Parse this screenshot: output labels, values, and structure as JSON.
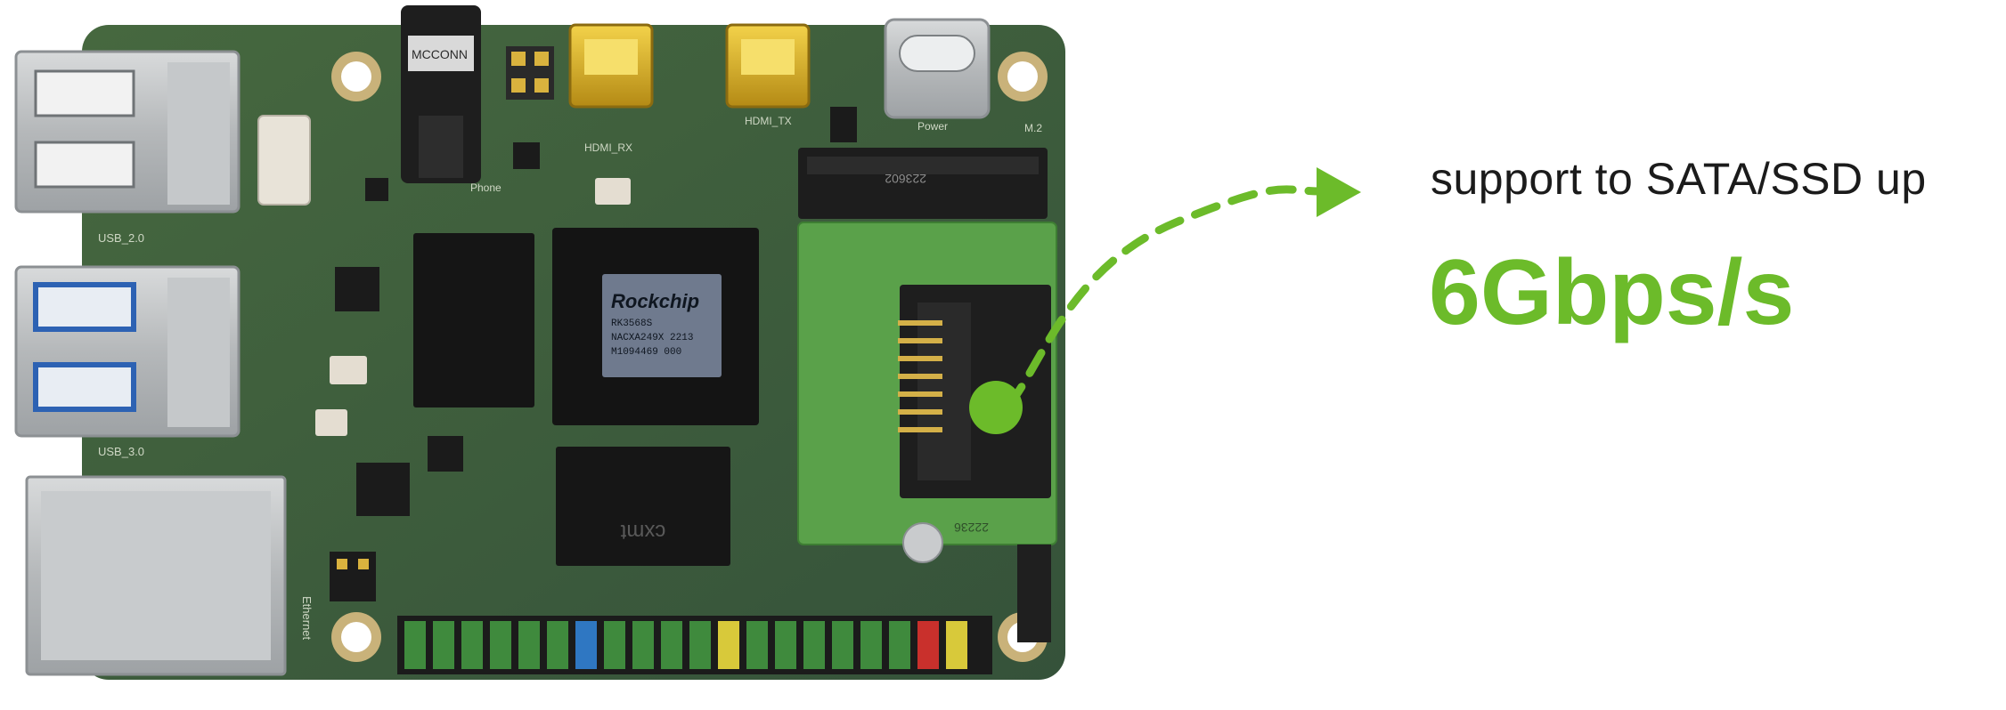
{
  "callout": {
    "headline": "support to  SATA/SSD up",
    "speed": "6Gbps/s"
  },
  "board": {
    "chip_brand": "Rockchip",
    "chip_line1": "RK3568S",
    "chip_line2": "NACXA249X 2213",
    "chip_line3": "M1094469 000",
    "pcb_labels": {
      "usb2": "USB_2.0",
      "usb3": "USB_3.0",
      "ethernet": "Ethernet",
      "power": "Power",
      "m2": "M.2",
      "hdmi_rx": "HDMI_RX",
      "hdmi_tx": "HDMI_TX",
      "phone": "Phone",
      "audio_brand": "MCCONN",
      "ssd_code": "223602",
      "adapter_code": "22236"
    },
    "memory_brand": "cxmt"
  },
  "colors": {
    "accent": "#6cbb2a",
    "pcb": "#3d5e3b",
    "text": "#1b1b1b"
  }
}
